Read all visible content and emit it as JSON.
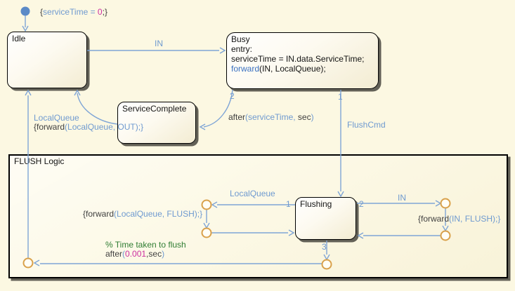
{
  "palette": {
    "background": "#fcf8e2",
    "state_border": "#000000",
    "transition_blue": "#7fa5d6",
    "label_blue": "#6f9ad0",
    "label_dark": "#3f3f3f",
    "state_keyword_blue": "#3a70c0",
    "number_magenta": "#cc2fa0",
    "comment_green": "#2f7d32",
    "junction_orange": "#d9a14b",
    "init_dot_blue": "#5b8ac7"
  },
  "states": {
    "idle": {
      "title": "Idle"
    },
    "busy": {
      "title": "Busy",
      "line_entry": "entry:",
      "line_assign": "serviceTime = IN.data.ServiceTime;",
      "line_forward_kw": "forward",
      "line_forward_args": "(IN, LocalQueue);"
    },
    "service_complete": {
      "title": "ServiceComplete"
    },
    "flushing": {
      "title": "Flushing"
    },
    "flush_box": {
      "title": "FLUSH Logic"
    }
  },
  "transitions": {
    "init": {
      "open": "{",
      "code": "serviceTime = ",
      "value": "0",
      "close": ";}"
    },
    "idle_to_busy": {
      "event": "IN"
    },
    "busy_to_service": {
      "order": "2",
      "kw": "after",
      "args_open": "(serviceTime, ",
      "unit": "sec",
      "close": ")"
    },
    "busy_to_flushing": {
      "order": "1",
      "event": "FlushCmd"
    },
    "service_to_idle": {
      "event": "LocalQueue",
      "action_kw": "{forward",
      "action_args": "(LocalQueue, OUT);}"
    },
    "flushing_loop_left": {
      "order": "1",
      "event": "LocalQueue",
      "action_kw": "{forward",
      "action_args": "(LocalQueue, FLUSH);}"
    },
    "flushing_loop_right": {
      "order": "2",
      "event": "IN",
      "action_kw": "{forward",
      "action_args": "(IN, FLUSH);}"
    },
    "flushing_timeout": {
      "order": "3",
      "comment": "% Time taken to flush",
      "kw": "after",
      "open": "(",
      "value": "0.001",
      "sep": ",",
      "unit": "sec",
      "close": ")"
    }
  }
}
